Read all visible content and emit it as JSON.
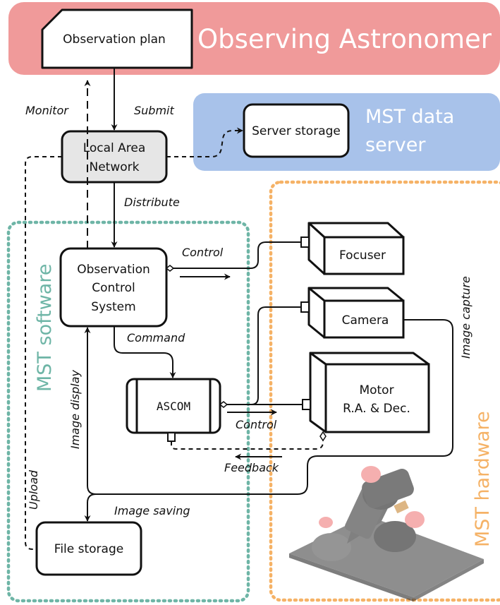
{
  "regions": {
    "observer": "Observing Astronomer",
    "server_line1": "MST data",
    "server_line2": "server",
    "software": "MST software",
    "hardware": "MST hardware"
  },
  "nodes": {
    "observation_plan": "Observation plan",
    "lan_line1": "Local Area",
    "lan_line2": "Network",
    "server_storage": "Server storage",
    "ocs_line1": "Observation",
    "ocs_line2": "Control",
    "ocs_line3": "System",
    "ascom": "ASCOM",
    "file_storage": "File storage",
    "focuser": "Focuser",
    "camera": "Camera",
    "motor_line1": "Motor",
    "motor_line2": "R.A. & Dec."
  },
  "edges": {
    "monitor": "Monitor",
    "submit": "Submit",
    "distribute": "Distribute",
    "control_top": "Control",
    "command": "Command",
    "control_bottom": "Control",
    "feedback": "Feedback",
    "image_display": "Image display",
    "image_saving": "Image saving",
    "upload": "Upload",
    "image_capture": "Image capture"
  },
  "colors": {
    "observer_fill": "#f09a9a",
    "server_fill": "#a8c2ea",
    "software_border": "#6eb5a6",
    "hardware_border": "#f5b266",
    "lan_fill": "#e6e6e6"
  }
}
